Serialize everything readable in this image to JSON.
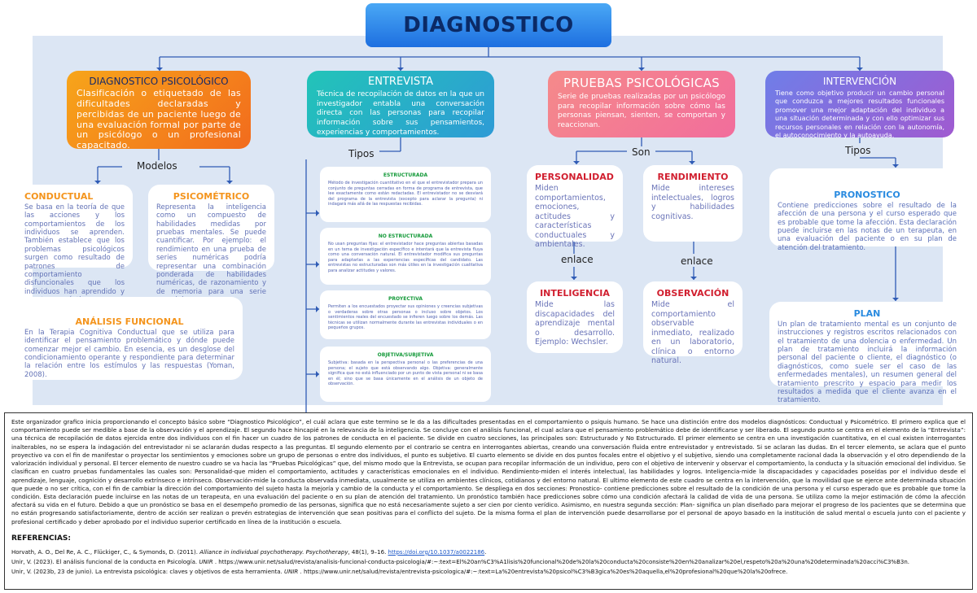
{
  "title": "DIAGNOSTICO",
  "psicologico": {
    "title": "DIAGNOSTICO PSICOLÓGICO",
    "text": "Clasificación o etiquetado de las dificultades declaradas y percibidas de un paciente luego de una evaluación formal por parte de un psicólogo o un profesional capacitado.",
    "connector": "Modelos",
    "conductual": {
      "title": "CONDUCTUAL",
      "text": "Se basa en la teoría de que las acciones y los comportamientos de los individuos se aprenden. También establece que los problemas psicológicos surgen como resultado de patrones de comportamiento disfuncionales que los individuos han aprendido y puesto en práctica."
    },
    "psicometrico": {
      "title": "PSICOMÉTRICO",
      "text": "Representa la inteligencia como un compuesto de habilidades medidas por pruebas mentales. Se puede cuantificar. Por ejemplo: el rendimiento en una prueba de series numéricas podría representar una combinación ponderada de habilidades numéricas, de razonamiento y de memoria para una serie compleja."
    },
    "funcional": {
      "title": "ANÁLISIS FUNCIONAL",
      "text": "En la Terapia Cognitiva Conductual que se utiliza para identificar el pensamiento problemático y dónde puede comenzar mejor el cambio. En esencia, es un desglose del condicionamiento operante y respondiente para determinar la relación entre los estímulos y las respuestas (Yoman, 2008)."
    }
  },
  "entrevista": {
    "title": "ENTREVISTA",
    "text": "Técnica de recopilación de datos en la que un investigador entabla una conversación directa con las personas para recopilar información sobre sus pensamientos, experiencias y comportamientos.",
    "connector": "Tipos",
    "items": [
      {
        "title": "ESTRUCTURADA",
        "text": "Método de investigación cuantitativo en el que el entrevistador prepara un conjunto de preguntas cerradas en forma de programa de entrevista, que lee exactamente como están redactadas. El entrevistador no se desviará del programa de la entrevista (excepto para aclarar la pregunta) ni indagará más allá de las respuestas recibidas."
      },
      {
        "title": "NO ESTRUCTURADA",
        "text": "No usan preguntas fijas: el entrevistador hace preguntas abiertas basadas en un tema de investigación específico e intentará que la entrevista fluya como una conversación natural. El entrevistador modifica sus preguntas para adaptarlas a las experiencias específicas del candidato. Las entrevistas no estructuradas son más útiles en la investigación cualitativa para analizar actitudes y valores."
      },
      {
        "title": "PROYECTIVA",
        "text": "Permiten a los encuestados proyectar sus opiniones y creencias subjetivas o verdaderas sobre otras personas o incluso sobre objetos. Los sentimientos reales del encuestado se infieren luego sobre los demás. Las técnicas se utilizan normalmente durante las entrevistas individuales o en pequeños grupos."
      },
      {
        "title": "OBJETIVA/SUBJETIVA",
        "text": "Subjetiva: basada en la perspectiva personal o las preferencias de una persona; el sujeto que está observando algo. Objetiva: generalmente significa que no está influenciado por un punto de vista personal ni se basa en él; sino que se basa únicamente en el análisis de un objeto de observación."
      }
    ]
  },
  "pruebas": {
    "title": "PRUEBAS PSICOLÓGICAS",
    "text": "Serie de pruebas realizadas por un psicólogo para recopilar información sobre cómo las personas piensan, sienten, se comportan y reaccionan.",
    "connector": "Son",
    "link_label": "enlace",
    "personalidad": {
      "title": "PERSONALIDAD",
      "text": "Miden comportamientos, emociones, actitudes y características conductuales y ambientales."
    },
    "rendimiento": {
      "title": "RENDIMIENTO",
      "text": "Mide intereses intelectuales, logros y habilidades cognitivas."
    },
    "inteligencia": {
      "title": "INTELIGENCIA",
      "text": "Mide las discapacidades del aprendizaje mental o desarrollo. Ejemplo: Wechsler."
    },
    "observacion": {
      "title": "OBSERVACIÓN",
      "text": "Mide el comportamiento observable inmediato, realizado en un laboratorio, clínica o entorno natural."
    }
  },
  "intervencion": {
    "title": "INTERVENCIÓN",
    "text": "Tiene como objetivo producir un cambio personal que conduzca a mejores resultados funcionales promover una mejor adaptación del individuo a una situación determinada y con ello optimizar sus recursos personales en relación con la autonomía, el autoconocimiento y la autoayuda.",
    "connector": "Tipos",
    "pronostico": {
      "title": "PRONOSTICO",
      "text": "Contiene predicciones sobre el resultado de la afección de una persona y el curso esperado que es probable que tome la afección. Esta declaración puede incluirse en las notas de un terapeuta, en una evaluación del paciente o en su plan de atención del tratamiento."
    },
    "plan": {
      "title": "PLAN",
      "text": "Un plan de tratamiento mental es un conjunto de instrucciones y registros escritos relacionados con el tratamiento de una dolencia o enfermedad. Un plan de tratamiento incluirá la información personal del paciente o cliente, el diagnóstico (o diagnósticos, como suele ser el caso de las enfermedades mentales), un resumen general del tratamiento prescrito y espacio para medir los resultados a medida que el cliente avanza en el tratamiento."
    }
  },
  "summary": "Este organizador grafico inicia proporcionando el concepto básico sobre “Diagnostico Psicológico”, el cuál aclara que este termino se le da a las dificultades presentadas en el comportamiento o psiquis humano. Se hace una distinción entre dos modelos diagnósticos: Conductual y Psicométrico. El primero explica que el comportamiento puede ser medible a base de la observación y el aprendizaje. El segundo hace hincapié en la relevancia de la inteligencia. Se concluye con el análisis funcional, el cual aclara que el pensamiento problemático debe de identificarse y ser liberado. El segundo punto se centra en el elemento de la “Entrevista”: una técnica de recopilación de datos ejercida entre dos individuos con el fin hacer un cuadro de los patrones de conducta en el paciente. Se divide en cuatro secciones, las principales son: Estructurado y No Estructurado. El primer elemento se centra en una investigación cuantitativa, en el cual existen interrogantes inalterables, no se espera la indagación del entrevistador ni se aclararán dudas respecto a las preguntas. El segundo elemento por el contrario se centra en interrogantes abiertas, creando una conversación fluida entre entrevistador y entrevistado. Si se aclaran las dudas. En el tercer elemento, se aclara que el punto proyectivo va con el fin de manifestar o proyectar los sentimientos y emociones sobre un grupo de personas o entre dos individuos, el punto es subjetivo. El cuarto elemento se divide en dos puntos focales entre el objetivo y el subjetivo, siendo una completamente racional dada la observación y el otro dependiendo de la valorización individual y personal. El tercer elemento de nuestro cuadro se va hacia las “Pruebas Psicológicas” que, del mismo modo que la Entrevista, se ocupan para recopilar información de un individuo, pero con el objetivo de intervenir y observar el comportamiento, la conducta y la situación emocional del individuo. Se clasifican en cuatro pruebas fundamentales las cuales son: Personalidad-que miden el comportamiento, actitudes y características emocionales en el individuo. Rendimiento-miden el interés intelectual, las habilidades y logros. Inteligencia-mide la discapacidades y capacidades poseídas por el individuo desde el aprendizaje, lenguaje, cognición y desarrollo extrínseco e intrínseco. Observación-mide la conducta observada inmediata, usualmente se utiliza en ambientes clínicos, cotidianos y del entorno natural. El ultimo elemento de este cuadro se centra en la intervención, que la movilidad que se ejerce ante determinada situación que puede o no ser crítica, con el fin de cambiar la dirección del comportamiento del sujeto hasta la mejoría y cambio de la conducta y el comportamiento. Se despliega en dos secciones: Pronostico- contiene predicciones sobre el resultado de la condición de una persona y el curso esperado que es probable que tome la condición. Esta declaración puede incluirse en las notas de un terapeuta, en una evaluación del paciente o en su plan de atención del tratamiento. Un pronóstico también hace predicciones sobre cómo una condición afectará la calidad de vida de una persona. Se utiliza como la mejor estimación de cómo la afección afectará su vida en el futuro. Debido a que un pronóstico se basa en el desempeño promedio de las personas, significa que no está necesariamente sujeto a ser cien por ciento verídico. Asimismo, en nuestra segunda sección: Plan- significa un plan diseñado para mejorar el progreso de los pacientes que se determina que no están progresando satisfactoriamente, dentro de acción ser realizan o prevén estrategias de intervención que sean positivas para el conflicto del sujeto. De la misma forma el plan de intervención puede desarrollarse por el personal de apoyo basado en la institución de salud mental o escuela junto con el paciente y profesional certificado y deber aprobado por el individuo superior certificado en línea de la institución o escuela.",
  "references": {
    "heading": "REFERENCIAS:",
    "items": [
      {
        "pre": "Horvath, A. O., Del Re, A. C., Flückiger, C., & Symonds, D. (2011). ",
        "italic": "Alliance in individual psychotherapy. Psychotherapy",
        "post": ", 48(1), 9–16. ",
        "link": "https://doi.org/10.1037/a0022186",
        "tail": "."
      },
      {
        "pre": "Unir, V. (2023). El análisis funcional de la conducta en Psicología. ",
        "italic": "UNIR",
        "post": " . https://www.unir.net/salud/revista/analisis-funcional-conducta-psicologia/#:~:text=El%20an%C3%A1lisis%20funcional%20de%20la%20conducta%20consiste%20en%20analizar%20el,respeto%20a%20una%20determinada%20acci%C3%B3n.",
        "link": "",
        "tail": ""
      },
      {
        "pre": "Unir, V. (2023b, 23 de junio). La entrevista psicológica: claves y objetivos de esta herramienta. ",
        "italic": "UNIR",
        "post": " . https://www.unir.net/salud/revista/entrevista-psicologica/#:~:text=La%20entrevista%20psicol%C3%B3gica%20es%20aquella,el%20profesional%20que%20la%20ofrece.",
        "link": "",
        "tail": ""
      }
    ]
  },
  "colors": {
    "connector": "#2f5bb5",
    "panel": "#dce6f4"
  }
}
